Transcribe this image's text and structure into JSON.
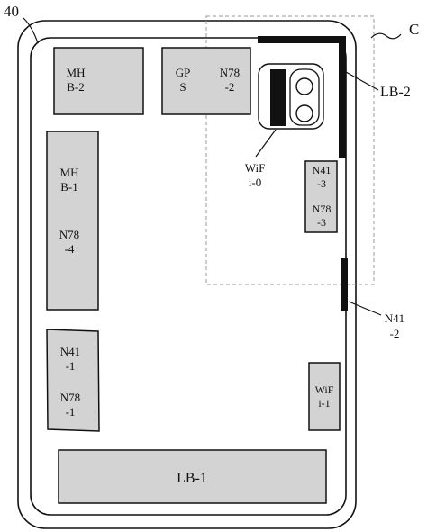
{
  "labels": {
    "device_ref": "40",
    "region_ref": "C",
    "lb2_ref": "LB-2",
    "n41_2_ref": [
      "N41",
      "-2"
    ]
  },
  "blocks": {
    "mhb2": [
      "MH",
      "B-2"
    ],
    "gps": [
      "GP",
      "S"
    ],
    "n78_2": [
      "N78",
      "-2"
    ],
    "mhb1_n78_4": [
      "MH",
      "B-1",
      "N78",
      "-4"
    ],
    "n41_1_n78_1": [
      "N41",
      "-1",
      "N78",
      "-1"
    ],
    "n41_3_n78_3": [
      "N41",
      "-3",
      "N78",
      "-3"
    ],
    "wifi_1": [
      "WiF",
      "i-1"
    ],
    "lb1": "LB-1"
  },
  "camera": {
    "label": [
      "WiF",
      "i-0"
    ]
  },
  "colors": {
    "block_fill": "#d3d3d3",
    "stroke": "#111111",
    "region_border": "#9a9a9a",
    "antenna_fill": "#111111"
  }
}
